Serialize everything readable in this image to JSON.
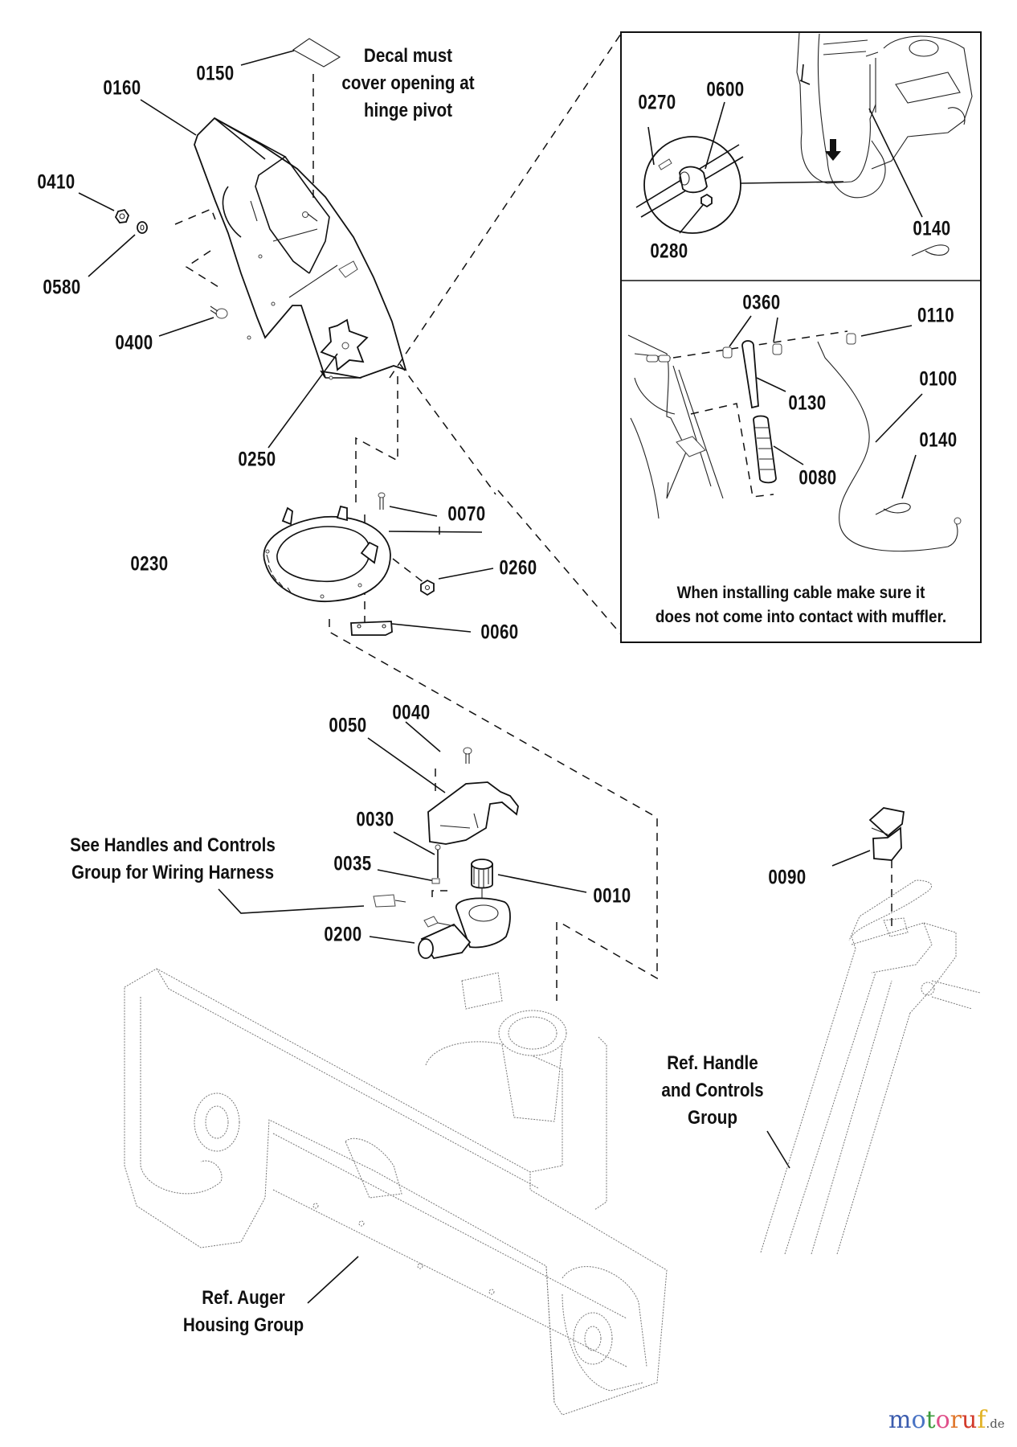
{
  "diagram": {
    "title": "Snow thrower discharge chute and chute rotation parts diagram",
    "part_labels": {
      "p0150": "0150",
      "p0160": "0160",
      "p0410": "0410",
      "p0580": "0580",
      "p0400": "0400",
      "p0250": "0250",
      "p0070": "0070",
      "p0230": "0230",
      "p0260": "0260",
      "p0060": "0060",
      "p0040": "0040",
      "p0050": "0050",
      "p0030": "0030",
      "p0035": "0035",
      "p0010": "0010",
      "p0200": "0200",
      "p0090": "0090",
      "inset_top": {
        "p0270": "0270",
        "p0600": "0600",
        "p0280": "0280",
        "p0140": "0140"
      },
      "inset_bottom": {
        "p0360": "0360",
        "p0110": "0110",
        "p0130": "0130",
        "p0100": "0100",
        "p0140": "0140",
        "p0080": "0080"
      }
    },
    "notes": {
      "decal": [
        "Decal must",
        "cover opening at",
        "hinge pivot"
      ],
      "wiring": [
        "See Handles and Controls",
        "Group for Wiring Harness"
      ],
      "handle_ref": [
        "Ref. Handle",
        "and Controls",
        "Group"
      ],
      "auger_ref": [
        "Ref. Auger",
        "Housing Group"
      ],
      "cable_warning": [
        "When installing cable make sure it",
        "does not come into contact with muffler."
      ]
    }
  },
  "watermark": {
    "letters": [
      {
        "ch": "m",
        "color": "#3b5cae"
      },
      {
        "ch": "o",
        "color": "#4a74c4"
      },
      {
        "ch": "t",
        "color": "#3c9a3c"
      },
      {
        "ch": "o",
        "color": "#e0508a"
      },
      {
        "ch": "r",
        "color": "#e0782e"
      },
      {
        "ch": "u",
        "color": "#d23a2a"
      },
      {
        "ch": "f",
        "color": "#e2b224"
      }
    ],
    "suffix": ".de"
  }
}
